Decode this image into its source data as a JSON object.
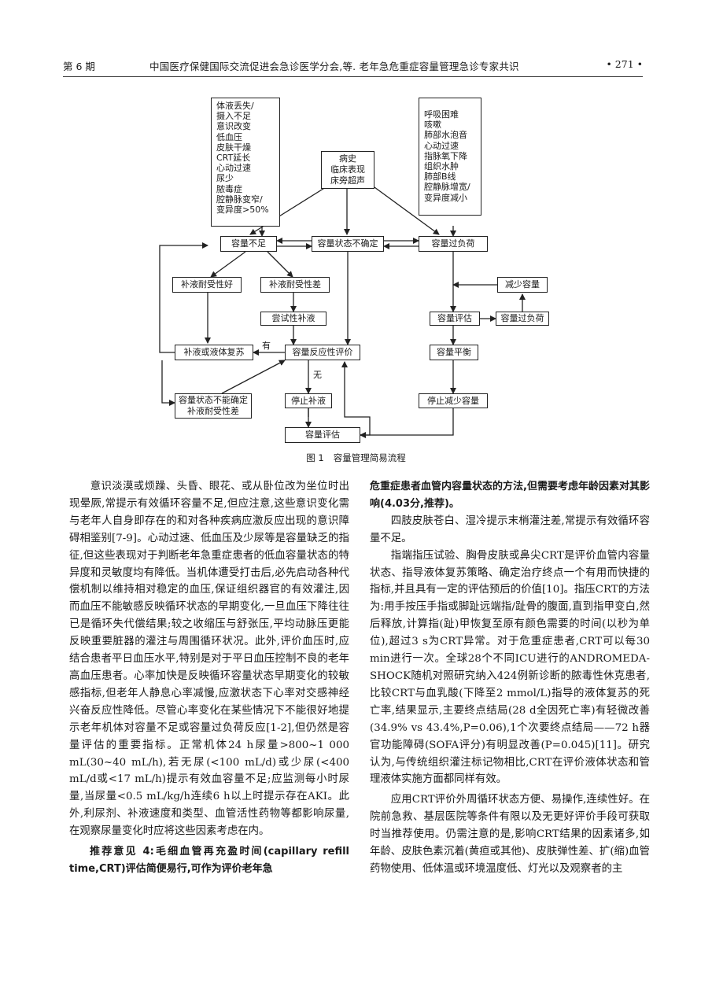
{
  "header": {
    "issue": "第 6 期",
    "title": "中国医疗保健国际交流促进会急诊医学分会,等. 老年急危重症容量管理急诊专家共识",
    "page": "• 271 •"
  },
  "flowchart": {
    "left_list": [
      "体液丢失/",
      "摄入不足",
      "意识改变",
      "低血压",
      "皮肤干燥",
      "CRT延长",
      "心动过速",
      "尿少",
      "脓毒症",
      "腔静脉变窄/",
      "变异度>50%"
    ],
    "right_list": [
      "呼吸困难",
      "咳嗽",
      "肺部水泡音",
      "心动过速",
      "指脉氧下降",
      "组织水肿",
      "肺部B线",
      "腔静脉增宽/",
      "变异度减小"
    ],
    "center_lines": [
      "病史",
      "临床表现",
      "床旁超声"
    ],
    "vol_insufficient": "容量不足",
    "vol_uncertain": "容量状态不确定",
    "vol_overload": "容量过负荷",
    "tolerance_good": "补液耐受性好",
    "tolerance_poor": "补液耐受性差",
    "reduce_volume": "减少容量",
    "trial_fluid": "尝试性补液",
    "volume_assess_r": "容量评估",
    "volume_overload2": "容量过负荷",
    "fluid_resusc": "补液或液体复苏",
    "yes_label": "有",
    "responsive_eval": "容量反应性评价",
    "volume_balance": "容量平衡",
    "no_label": "无",
    "uncertain_lines": [
      "容量状态不能确定",
      "补液耐受性差"
    ],
    "stop_fluid": "停止补液",
    "stop_reduce": "停止减少容量",
    "volume_assess_b": "容量评估"
  },
  "caption": {
    "num": "图 1",
    "text": "容量管理简易流程"
  },
  "left_column": [
    "意识淡漠或烦躁、头昏、眼花、或从卧位改为坐位时出现晕厥,常提示有效循环容量不足,但应注意,这些意识变化需与老年人自身即存在的和对各种疾病应激反应出现的意识障碍相鉴别[7-9]。心动过速、低血压及少尿等是容量缺乏的指征,但这些表现对于判断老年急重症患者的低血容量状态的特异度和灵敏度均有降低。当机体遭受打击后,必先启动各种代偿机制以维持相对稳定的血压,保证组织器官的有效灌注,因而血压不能敏感反映循环状态的早期变化,一旦血压下降往往已是循环失代偿结果;较之收缩压与舒张压,平均动脉压更能反映重要脏器的灌注与周围循环状况。此外,评价血压时,应结合患者平日血压水平,特别是对于平日血压控制不良的老年高血压患者。心率加快是反映循环容量状态早期变化的较敏感指标,但老年人静息心率减慢,应激状态下心率对交感神经兴奋反应性降低。尽管心率变化在某些情况下不能很好地提示老年机体对容量不足或容量过负荷反应[1-2],但仍然是容量评估的重要指标。正常机体24 h尿量>800~1 000 mL(30~40 mL/h),若无尿(<100 mL/d)或少尿(<400 mL/d或<17 mL/h)提示有效血容量不足;应监测每小时尿量,当尿量<0.5 mL/kg/h连续6 h以上时提示存在AKI。此外,利尿剂、补液速度和类型、血管活性药物等都影响尿量,在观察尿量变化时应将这些因素考虑在内。",
    "推荐意见 4:毛细血管再充盈时间(capillary refill time,CRT)评估简便易行,可作为评价老年急"
  ],
  "right_column": [
    "危重症患者血管内容量状态的方法,但需要考虑年龄因素对其影响(4.03分,推荐)。",
    "四肢皮肤苍白、湿冷提示末梢灌注差,常提示有效循环容量不足。",
    "指端指压试验、胸骨皮肤或鼻尖CRT是评价血管内容量状态、指导液体复苏策略、确定治疗终点一个有用而快捷的指标,并且具有一定的评估预后的价值[10]。指压CRT的方法为:用手按压手指或脚趾远端指/趾骨的腹面,直到指甲变白,然后释放,计算指(趾)甲恢复至原有颜色需要的时间(以秒为单位),超过3 s为CRT异常。对于危重症患者,CRT可以每30 min进行一次。全球28个不同ICU进行的ANDROMEDA-SHOCK随机对照研究纳入424例新诊断的脓毒性休克患者,比较CRT与血乳酸(下降至2 mmol/L)指导的液体复苏的死亡率,结果显示,主要终点结局(28 d全因死亡率)有轻微改善(34.9% vs 43.4%,P=0.06),1个次要终点结局——72 h器官功能障碍(SOFA评分)有明显改善(P=0.045)[11]。研究认为,与传统组织灌注标记物相比,CRT在评价液体状态和管理液体实施方面都同样有效。",
    "应用CRT评价外周循环状态方便、易操作,连续性好。在院前急救、基层医院等条件有限以及无更好评价手段可获取时当推荐使用。仍需注意的是,影响CRT结果的因素诸多,如年龄、皮肤色素沉着(黄疸或其他)、皮肤弹性差、扩(缩)血管药物使用、低体温或环境温度低、灯光以及观察者的主"
  ]
}
